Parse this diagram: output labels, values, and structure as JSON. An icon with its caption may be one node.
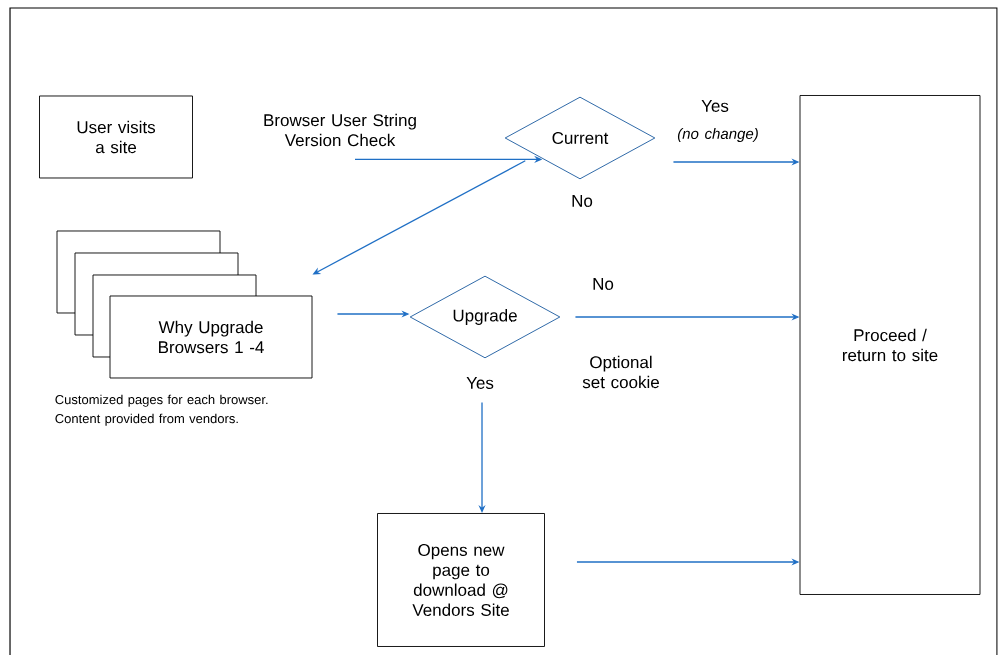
{
  "diagram": {
    "nodes": [
      {
        "text": [
          "User visits a site"
        ]
      },
      {
        "text": [
          "Browser User String Version Check"
        ]
      },
      {
        "text": [
          "Current"
        ]
      },
      {
        "text": [
          "Why Upgrade Browsers 1 -4"
        ],
        "beside": [
          "Customized pages for each browser.  Content provided from vendors."
        ]
      },
      {
        "text": [
          "Upgrade"
        ]
      },
      {
        "text": [
          "Opens new page to download @ Vendors Site"
        ]
      },
      {
        "text": [
          "Proceed / return to site"
        ]
      }
    ],
    "edges": [
      {
        "from": 1,
        "to": 2,
        "arrow": "to"
      },
      {
        "from": 2,
        "to": 6,
        "arrow": "to",
        "label": "Yes"
      },
      {
        "from": 2,
        "to": 3,
        "arrow": "to",
        "label": "No"
      },
      {
        "from": 3,
        "to": 4,
        "arrow": "to"
      },
      {
        "from": 4,
        "to": 6,
        "arrow": "to",
        "label": "No"
      },
      {
        "from": 4,
        "to": 5,
        "arrow": "to",
        "label": "Yes"
      },
      {
        "from": 5,
        "to": 6,
        "arrow": "to"
      }
    ],
    "labels": [
      "(no change)",
      "Optional set cookie"
    ]
  }
}
